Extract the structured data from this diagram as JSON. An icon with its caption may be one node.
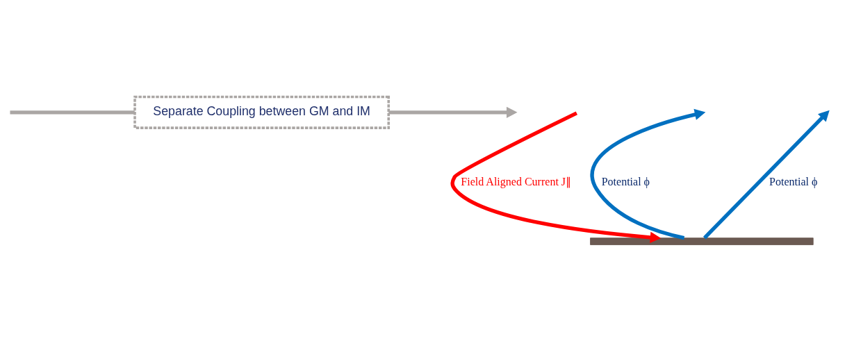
{
  "diagram": {
    "nodes": [
      {
        "text": [
          "Separate Coupling between GM and IM"
        ]
      },
      {
        "text": [],
        "shape": "bar"
      }
    ],
    "edges": [
      {
        "from": null,
        "to": 0,
        "arrow": "none",
        "color": "#aaa6a4"
      },
      {
        "from": 0,
        "to": null,
        "arrow": "to",
        "color": "#aaa6a4"
      },
      {
        "from": null,
        "to": 1,
        "arrow": "to",
        "label": "Field Aligned Current J∥",
        "color": "#ff0000"
      },
      {
        "from": 1,
        "to": null,
        "arrow": "to",
        "label": "Potential ϕ",
        "color": "#0070c0"
      },
      {
        "from": 1,
        "to": null,
        "arrow": "to",
        "label": "Potential ϕ",
        "color": "#0070c0"
      }
    ]
  }
}
